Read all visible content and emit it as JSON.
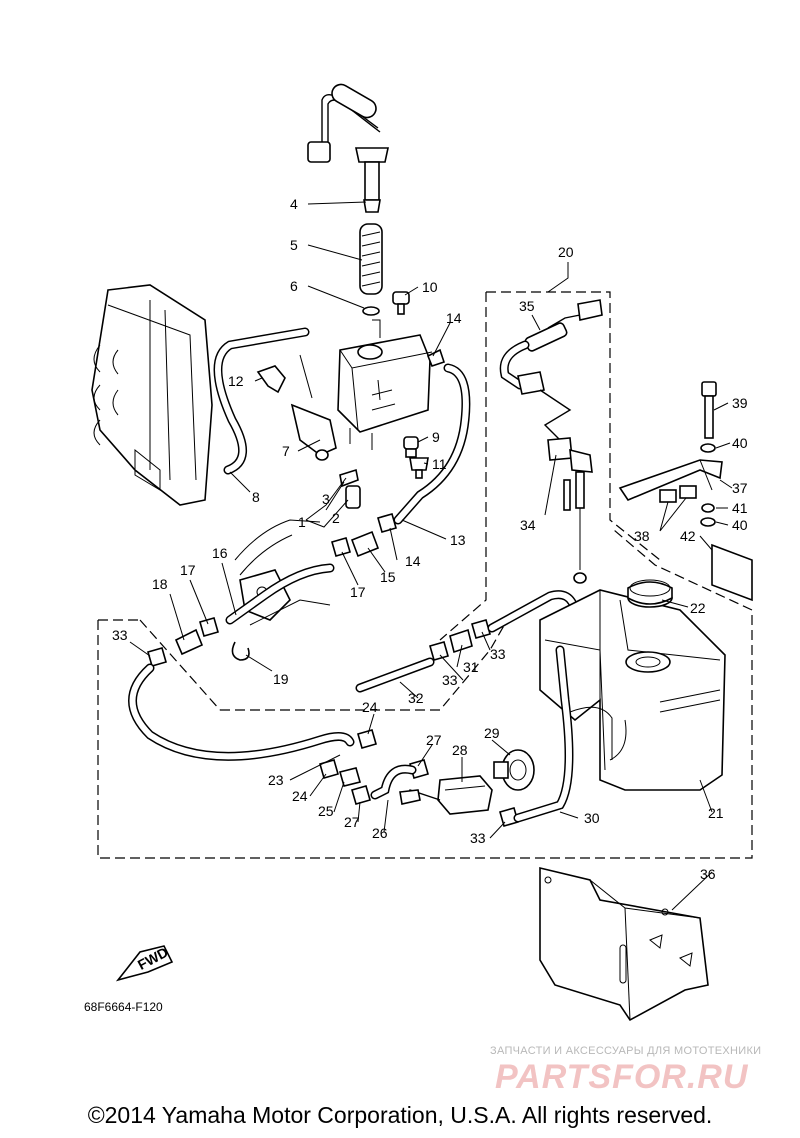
{
  "callouts": [
    "1",
    "2",
    "3",
    "4",
    "5",
    "6",
    "7",
    "8",
    "9",
    "10",
    "11",
    "12",
    "13",
    "14",
    "14",
    "15",
    "16",
    "17",
    "17",
    "18",
    "19",
    "20",
    "21",
    "22",
    "23",
    "24",
    "24",
    "25",
    "26",
    "27",
    "27",
    "28",
    "29",
    "30",
    "31",
    "32",
    "33",
    "33",
    "33",
    "33",
    "34",
    "35",
    "36",
    "37",
    "38",
    "39",
    "40",
    "40",
    "41",
    "42"
  ],
  "fwd_label": "FWD",
  "diagram_code": "68F6664-F120",
  "watermark": {
    "tagline": "ЗАПЧАСТИ И АКСЕССУАРЫ ДЛЯ МОТОТЕХНИКИ",
    "brand": "PARTSFOR.RU"
  },
  "copyright": "©2014 Yamaha Motor Corporation, U.S.A. All rights reserved."
}
